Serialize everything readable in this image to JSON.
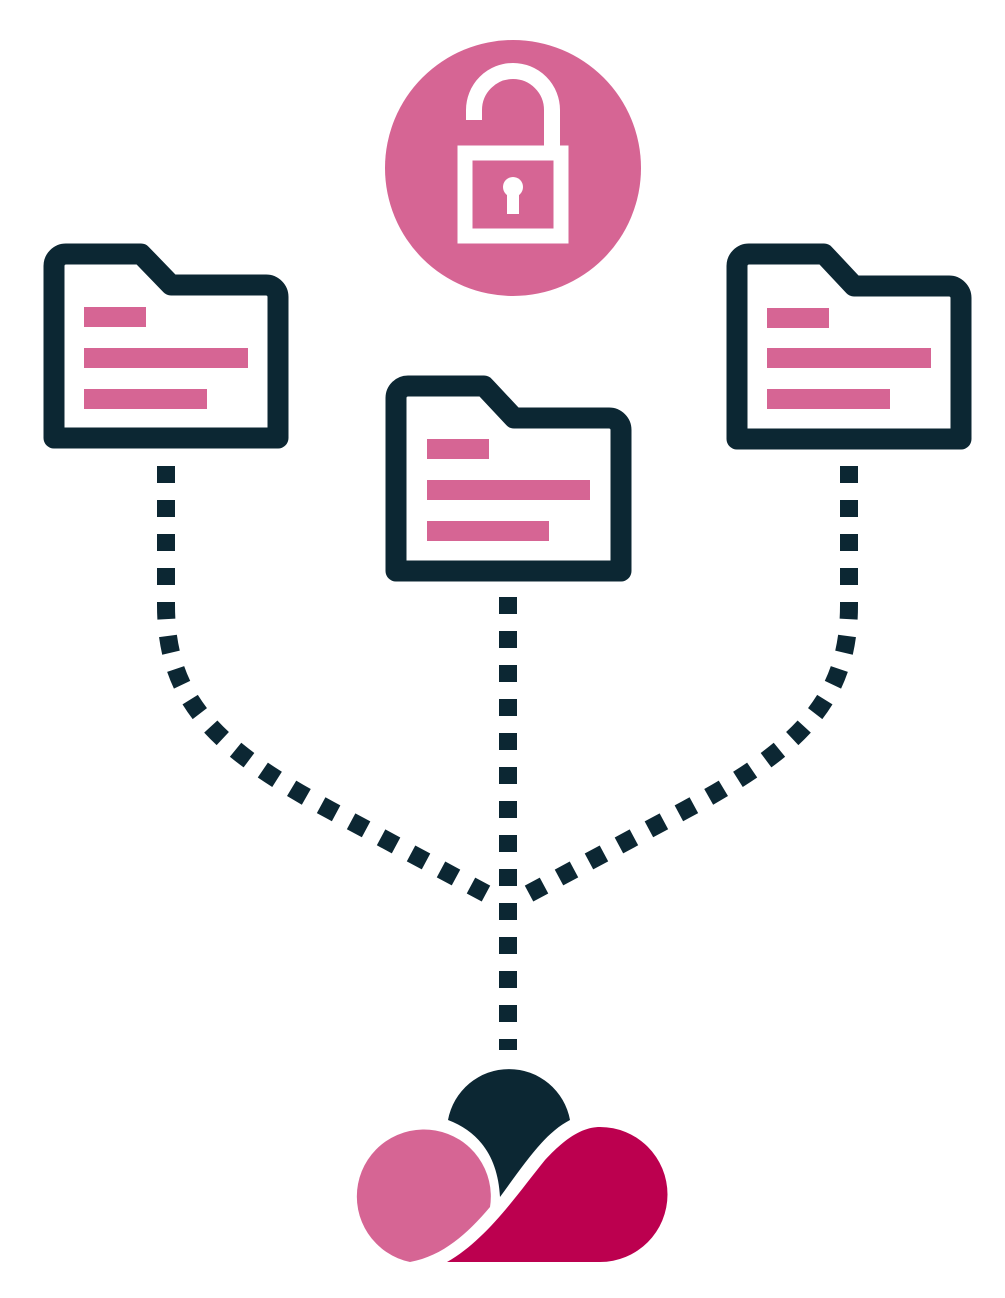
{
  "colors": {
    "background": "#ffffff",
    "dark": "#0c2733",
    "pink": "#d66594",
    "magenta": "#bc004f"
  },
  "icons": {
    "lock": "unlocked-padlock-icon",
    "folder": "folder-document-icon",
    "cloud": "cloud-logo-icon"
  },
  "folders": [
    {
      "id": "left",
      "icon": "folder-document-icon"
    },
    {
      "id": "center",
      "icon": "folder-document-icon"
    },
    {
      "id": "right",
      "icon": "folder-document-icon"
    }
  ],
  "connectors": [
    {
      "from": "left",
      "to": "cloud",
      "style": "dotted"
    },
    {
      "from": "center",
      "to": "cloud",
      "style": "dotted"
    },
    {
      "from": "right",
      "to": "cloud",
      "style": "dotted"
    }
  ]
}
